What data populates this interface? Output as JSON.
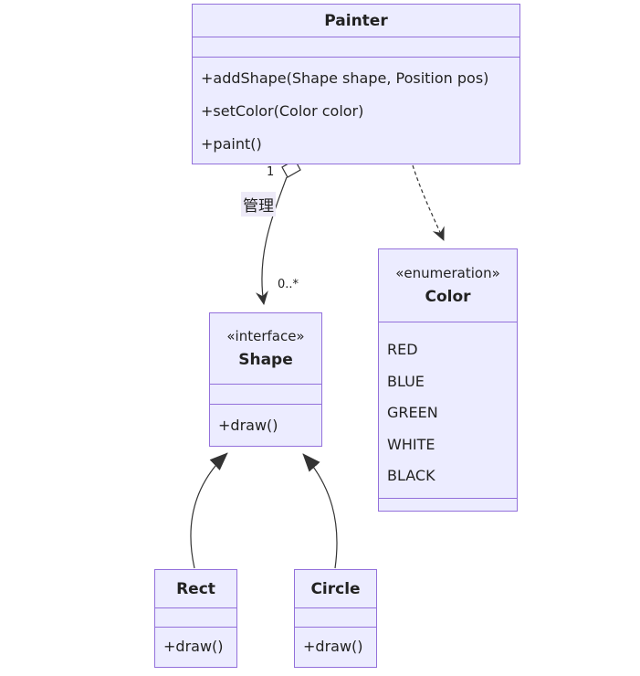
{
  "diagram": {
    "kind": "uml-class-diagram",
    "colors": {
      "box_fill": "#ECECFF",
      "box_border": "#9370DB",
      "edge_color": "#333333",
      "text_color": "#222222",
      "edge_label_background": "#EDEAF7"
    },
    "classes": [
      {
        "id": "painter",
        "name": "Painter",
        "stereotype": "",
        "attributes": [],
        "methods": [
          "+addShape(Shape shape, Position pos)",
          "+setColor(Color color)",
          "+paint()"
        ]
      },
      {
        "id": "shape",
        "name": "Shape",
        "stereotype": "«interface»",
        "attributes": [],
        "methods": [
          "+draw()"
        ]
      },
      {
        "id": "color",
        "name": "Color",
        "stereotype": "«enumeration»",
        "attributes": [
          "RED",
          "BLUE",
          "GREEN",
          "WHITE",
          "BLACK"
        ],
        "methods": []
      },
      {
        "id": "rect",
        "name": "Rect",
        "stereotype": "",
        "attributes": [],
        "methods": [
          "+draw()"
        ]
      },
      {
        "id": "circle",
        "name": "Circle",
        "stereotype": "",
        "attributes": [],
        "methods": [
          "+draw()"
        ]
      }
    ],
    "edges": [
      {
        "type": "aggregation",
        "from": "Painter",
        "to": "Shape",
        "label": "管理",
        "source_multiplicity": "1",
        "target_multiplicity": "0..*"
      },
      {
        "type": "dependency",
        "from": "Painter",
        "to": "Color"
      },
      {
        "type": "inheritance",
        "from": "Rect",
        "to": "Shape"
      },
      {
        "type": "inheritance",
        "from": "Circle",
        "to": "Shape"
      }
    ]
  }
}
